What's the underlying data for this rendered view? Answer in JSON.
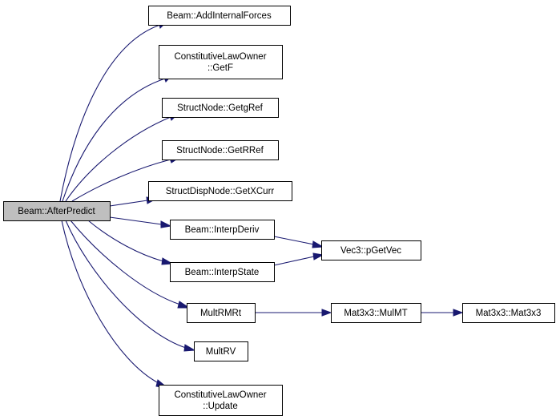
{
  "graph": {
    "nodes": [
      {
        "id": "root",
        "lines": [
          "Beam::AfterPredict"
        ],
        "highlighted": true
      },
      {
        "id": "n1",
        "lines": [
          "Beam::AddInternalForces"
        ]
      },
      {
        "id": "n2",
        "lines": [
          "ConstitutiveLawOwner",
          "::GetF"
        ]
      },
      {
        "id": "n3",
        "lines": [
          "StructNode::GetgRef"
        ]
      },
      {
        "id": "n4",
        "lines": [
          "StructNode::GetRRef"
        ]
      },
      {
        "id": "n5",
        "lines": [
          "StructDispNode::GetXCurr"
        ]
      },
      {
        "id": "n6",
        "lines": [
          "Beam::InterpDeriv"
        ]
      },
      {
        "id": "n7",
        "lines": [
          "Beam::InterpState"
        ]
      },
      {
        "id": "n8",
        "lines": [
          "MultRMRt"
        ]
      },
      {
        "id": "n9",
        "lines": [
          "MultRV"
        ]
      },
      {
        "id": "n10",
        "lines": [
          "ConstitutiveLawOwner",
          "::Update"
        ]
      },
      {
        "id": "n11",
        "lines": [
          "Vec3::pGetVec"
        ]
      },
      {
        "id": "n12",
        "lines": [
          "Mat3x3::MulMT"
        ]
      },
      {
        "id": "n13",
        "lines": [
          "Mat3x3::Mat3x3"
        ]
      }
    ],
    "edges": [
      {
        "from": "root",
        "to": "n1"
      },
      {
        "from": "root",
        "to": "n2"
      },
      {
        "from": "root",
        "to": "n3"
      },
      {
        "from": "root",
        "to": "n4"
      },
      {
        "from": "root",
        "to": "n5"
      },
      {
        "from": "root",
        "to": "n6"
      },
      {
        "from": "root",
        "to": "n7"
      },
      {
        "from": "root",
        "to": "n8"
      },
      {
        "from": "root",
        "to": "n9"
      },
      {
        "from": "root",
        "to": "n10"
      },
      {
        "from": "n6",
        "to": "n11"
      },
      {
        "from": "n7",
        "to": "n11"
      },
      {
        "from": "n8",
        "to": "n12"
      },
      {
        "from": "n12",
        "to": "n13"
      }
    ],
    "colors": {
      "edge": "#191970",
      "highlighted_fill": "#bfbfbf",
      "node_fill": "#ffffff",
      "node_border": "#000000"
    }
  }
}
